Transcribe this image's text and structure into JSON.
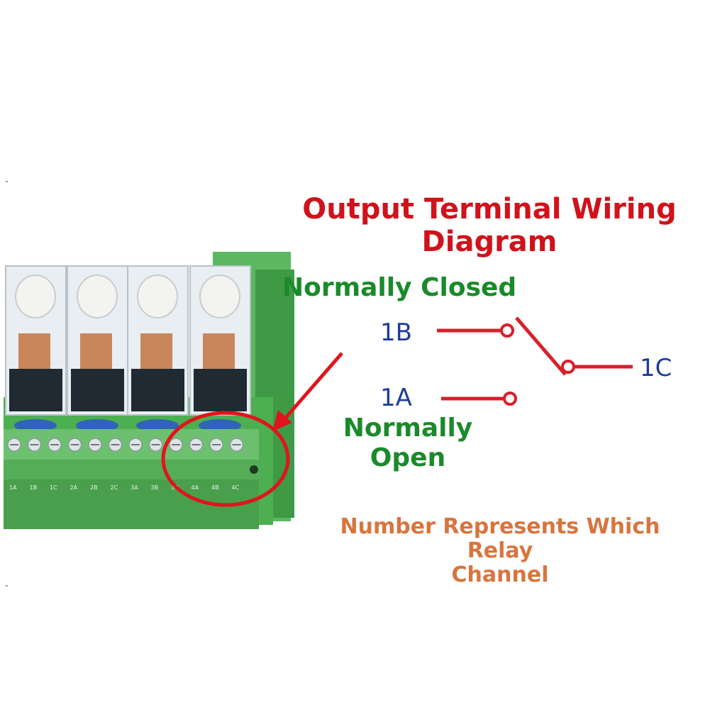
{
  "title_lines": [
    "Output Terminal Wiring",
    "Diagram"
  ],
  "labels": {
    "normally_closed": "Normally Closed",
    "normally_open_lines": [
      "Normally",
      "Open"
    ],
    "note_lines": [
      "Number Represents Which Relay",
      "Channel"
    ]
  },
  "terminals": {
    "nc": "1B",
    "no": "1A",
    "common": "1C"
  },
  "board_terminal_labels": [
    "1A",
    "1B",
    "1C",
    "2A",
    "2B",
    "2C",
    "3A",
    "3B",
    "3C",
    "4A",
    "4B",
    "4C"
  ],
  "side_ticks": [
    "-",
    "-"
  ],
  "colors": {
    "title": "#d0121b",
    "green_label": "#1a8a2a",
    "note": "#d8753e",
    "terminal_text": "#1f3c9c",
    "wire": "#d9202a",
    "board_green": "#4caf50",
    "highlight_circle": "#e0141c"
  }
}
